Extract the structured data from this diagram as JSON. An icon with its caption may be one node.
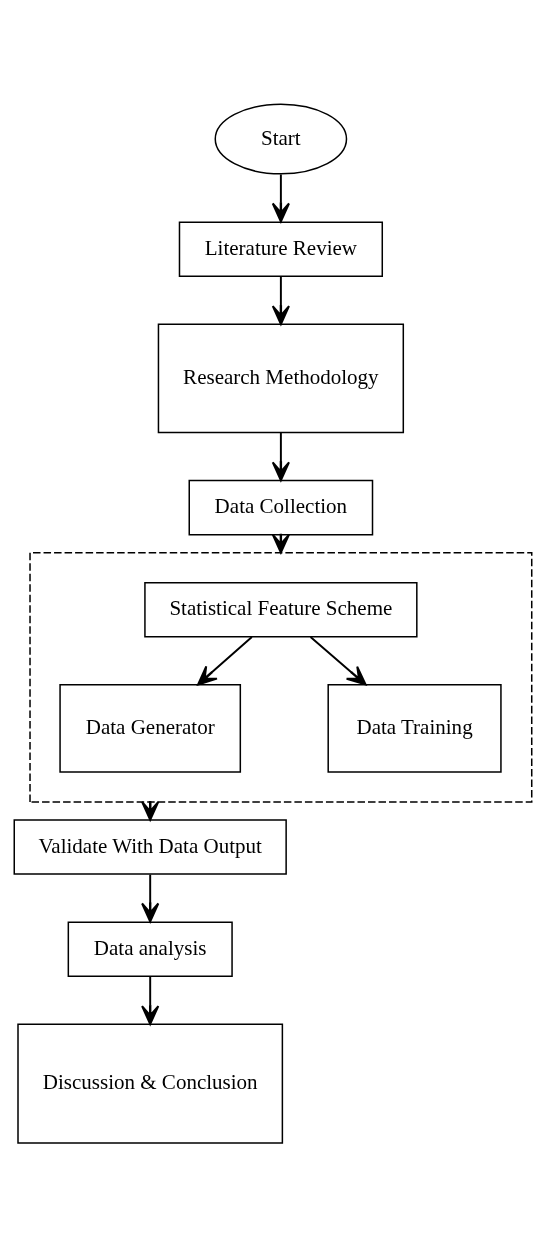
{
  "diagram": {
    "nodes": [
      {
        "text": [
          "Start"
        ]
      },
      {
        "text": [
          "Literature Review"
        ]
      },
      {
        "text": [
          "Research Methodology"
        ]
      },
      {
        "text": [
          "Data Collection"
        ]
      },
      {
        "text": [],
        "shape": "box"
      },
      {
        "text": [
          "Statistical Feature Scheme"
        ],
        "in": 4
      },
      {
        "text": [
          "Data Generator"
        ],
        "in": 4
      },
      {
        "text": [
          "Data Training"
        ],
        "in": 4
      },
      {
        "text": [
          "Validate With Data Output"
        ]
      },
      {
        "text": [
          "Data analysis"
        ]
      },
      {
        "text": [
          "Discussion & Conclusion"
        ]
      }
    ],
    "edges": [
      {
        "from": 0,
        "to": 1,
        "arrow": "to"
      },
      {
        "from": 1,
        "to": 2,
        "arrow": "to"
      },
      {
        "from": 2,
        "to": 3,
        "arrow": "to"
      },
      {
        "from": 3,
        "to": 4,
        "arrow": "to"
      },
      {
        "from": 5,
        "to": 6,
        "arrow": "to"
      },
      {
        "from": 5,
        "to": 7,
        "arrow": "to"
      },
      {
        "from": 4,
        "to": 8,
        "arrow": "to"
      },
      {
        "from": 8,
        "to": 9,
        "arrow": "to"
      },
      {
        "from": 9,
        "to": 10,
        "arrow": "to"
      }
    ]
  }
}
